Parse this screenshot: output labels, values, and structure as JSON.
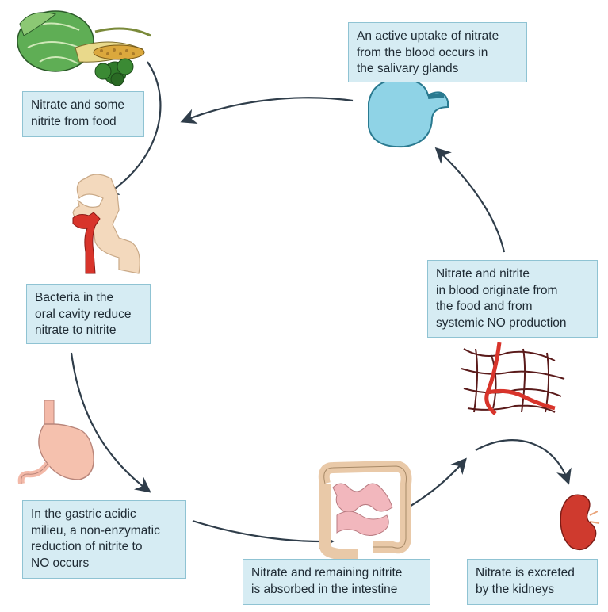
{
  "steps": {
    "food": "Nitrate and some\nnitrite from food",
    "oral": "Bacteria in the\noral cavity reduce\nnitrate to nitrite",
    "gastric": "In the gastric acidic\nmilieu, a non-enzymatic\nreduction of nitrite to\nNO occurs",
    "intestine": "Nitrate and remaining nitrite\nis absorbed in the intestine",
    "kidney": "Nitrate is excreted\nby the kidneys",
    "blood": "Nitrate and nitrite\nin blood originate from\nthe food and from\nsystemic NO production",
    "saliva": "An active uptake of nitrate\nfrom the blood occurs in\nthe salivary glands"
  },
  "illustrations": [
    "vegetables-illustration",
    "head-illustration",
    "stomach-illustration",
    "intestine-illustration",
    "kidney-illustration",
    "blood-vessels-illustration",
    "salivary-gland-illustration"
  ],
  "colors": {
    "box_fill": "#d6ecf3",
    "box_border": "#8fc3d3",
    "arrow": "#2f3d4a",
    "vessel_red": "#d8342b",
    "vessel_dark": "#5a1a1a",
    "skin": "#f3d9bd",
    "kidney": "#cf3a2e",
    "saliva_blue": "#8fd3e6",
    "intestine_pink": "#f2b7bd",
    "leaf_green": "#4f9a47"
  }
}
